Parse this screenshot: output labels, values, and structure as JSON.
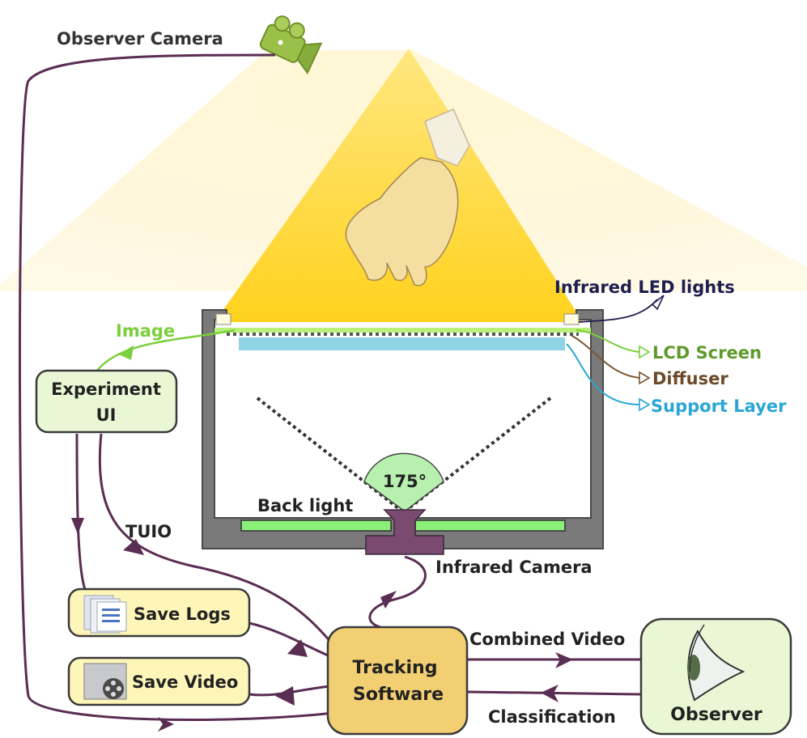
{
  "labels": {
    "observer_camera": "Observer Camera",
    "image": "Image",
    "infrared_led": "Infrared LED lights",
    "lcd_screen": "LCD Screen",
    "diffuser": "Diffuser",
    "support_layer": "Support Layer",
    "angle": "175°",
    "back_light": "Back light",
    "tuio": "TUIO",
    "infrared_camera": "Infrared Camera",
    "combined_video": "Combined Video",
    "classification": "Classification"
  },
  "boxes": {
    "experiment_ui_line1": "Experiment",
    "experiment_ui_line2": "UI",
    "save_logs": "Save Logs",
    "save_video": "Save Video",
    "tracking_line1": "Tracking",
    "tracking_line2": "Software",
    "observer": "Observer"
  },
  "colors": {
    "flow": "#5a2d52",
    "light": "#ffd84a",
    "lcd": "#7ccf3c",
    "diffuser": "#7a5530",
    "support": "#2aa6d6",
    "led_label": "#1e1e50",
    "box_green": "#eaf7d4",
    "box_yellow": "#fdf6b8",
    "tracking_fill": "#f2cf73",
    "frame": "#6a6a6a",
    "backlight": "#8af07a",
    "ir_camera": "#7a4a70"
  },
  "icons": [
    "camera-icon",
    "hand-icon",
    "document-icon",
    "film-reel-icon",
    "eye-icon",
    "led-icon"
  ]
}
